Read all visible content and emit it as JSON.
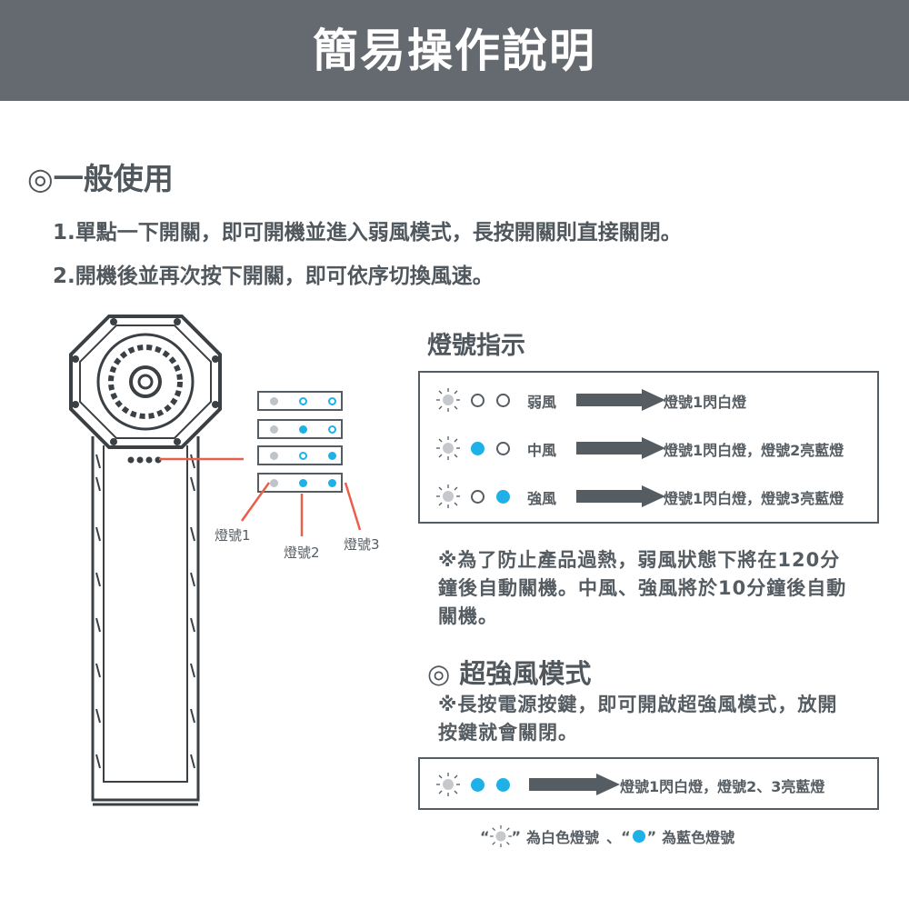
{
  "header": {
    "title": "簡易操作說明"
  },
  "general": {
    "title": "◎一般使用",
    "steps": [
      "1.單點一下開關，即可開機並進入弱風模式，長按開關則直接關閉。",
      "2.開機後並再次按下開關，即可依序切換風速。"
    ]
  },
  "diagram": {
    "label1": "燈號1",
    "label2": "燈號2",
    "label3": "燈號3"
  },
  "indicator": {
    "title": "燈號指示",
    "rows": [
      {
        "mode": "弱風",
        "result": "燈號1閃白燈"
      },
      {
        "mode": "中風",
        "result": "燈號1閃白燈，燈號2亮藍燈"
      },
      {
        "mode": "強風",
        "result": "燈號1閃白燈，燈號3亮藍燈"
      }
    ]
  },
  "overheat_note": [
    "※為了防止產品過熱，弱風狀態下將在120分",
    "鐘後自動關機。中風、強風將於10分鐘後自動",
    "關機。"
  ],
  "turbo": {
    "title": "◎ 超強風模式",
    "note": [
      "※長按電源按鍵，即可開啟超強風模式，放開",
      "按鍵就會關閉。"
    ],
    "result": "燈號1閃白燈，燈號2、3亮藍燈"
  },
  "legend": {
    "white_text": "為白色燈號",
    "separator": "、",
    "blue_text": "為藍色燈號",
    "open_quote": "“",
    "close_quote": "”"
  },
  "colors": {
    "header_bg": "#646a6f",
    "blue": "#1fb0e8",
    "white_led": "#c5c9cd",
    "ink": "#555c62"
  }
}
